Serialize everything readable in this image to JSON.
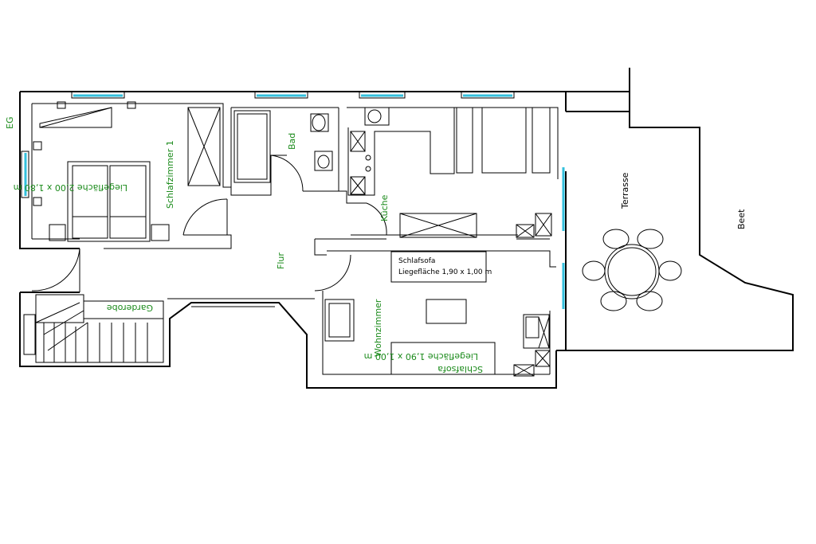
{
  "floor_label": "EG",
  "rooms": {
    "bedroom": "Schlafzimmer 1",
    "bath": "Bad",
    "kitchen": "Küche",
    "hall": "Flur",
    "living": "Wohnzimmer",
    "wardrobe": "Garderobe",
    "terrace": "Terrasse",
    "garden_bed": "Beet"
  },
  "beds": {
    "double_bed": "Liegefläche 2,00 x 1,80 m",
    "sofabed_1_title": "Schlafsofa",
    "sofabed_1_size": "Liegefläche 1,90 x 1,00 m",
    "sofabed_2_title": "Schlafsofa",
    "sofabed_2_size": "Liegefläche 1,90 x 1,00 m"
  },
  "colors": {
    "wall": "#000000",
    "label": "#1a8a1a",
    "window": "#33c0dd"
  }
}
